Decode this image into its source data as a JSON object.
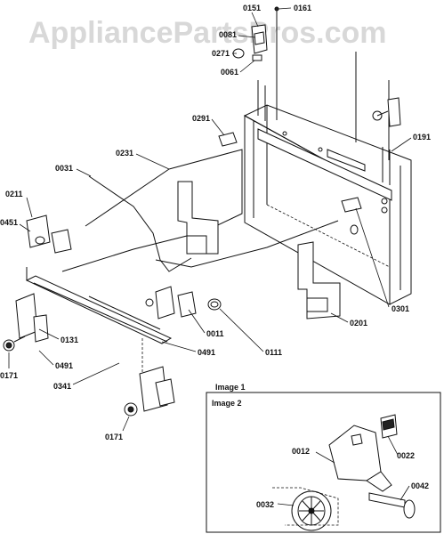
{
  "watermark": "AppliancePartsPros.com",
  "inset": {
    "title_image1": "Image 1",
    "title_image2": "Image 2"
  },
  "labels": {
    "p0151": "0151",
    "p0161": "0161",
    "p0081": "0081",
    "p0271": "0271",
    "p0061": "0061",
    "p0291": "0291",
    "p0191": "0191",
    "p0031": "0031",
    "p0231": "0231",
    "p0211": "0211",
    "p0451": "0451",
    "p0301": "0301",
    "p0201": "0201",
    "p0011": "0011",
    "p0111": "0111",
    "p0131": "0131",
    "p0491a": "0491",
    "p0491b": "0491",
    "p0171a": "0171",
    "p0341": "0341",
    "p0171b": "0171",
    "p0012": "0012",
    "p0022": "0022",
    "p0032": "0032",
    "p0042": "0042"
  }
}
